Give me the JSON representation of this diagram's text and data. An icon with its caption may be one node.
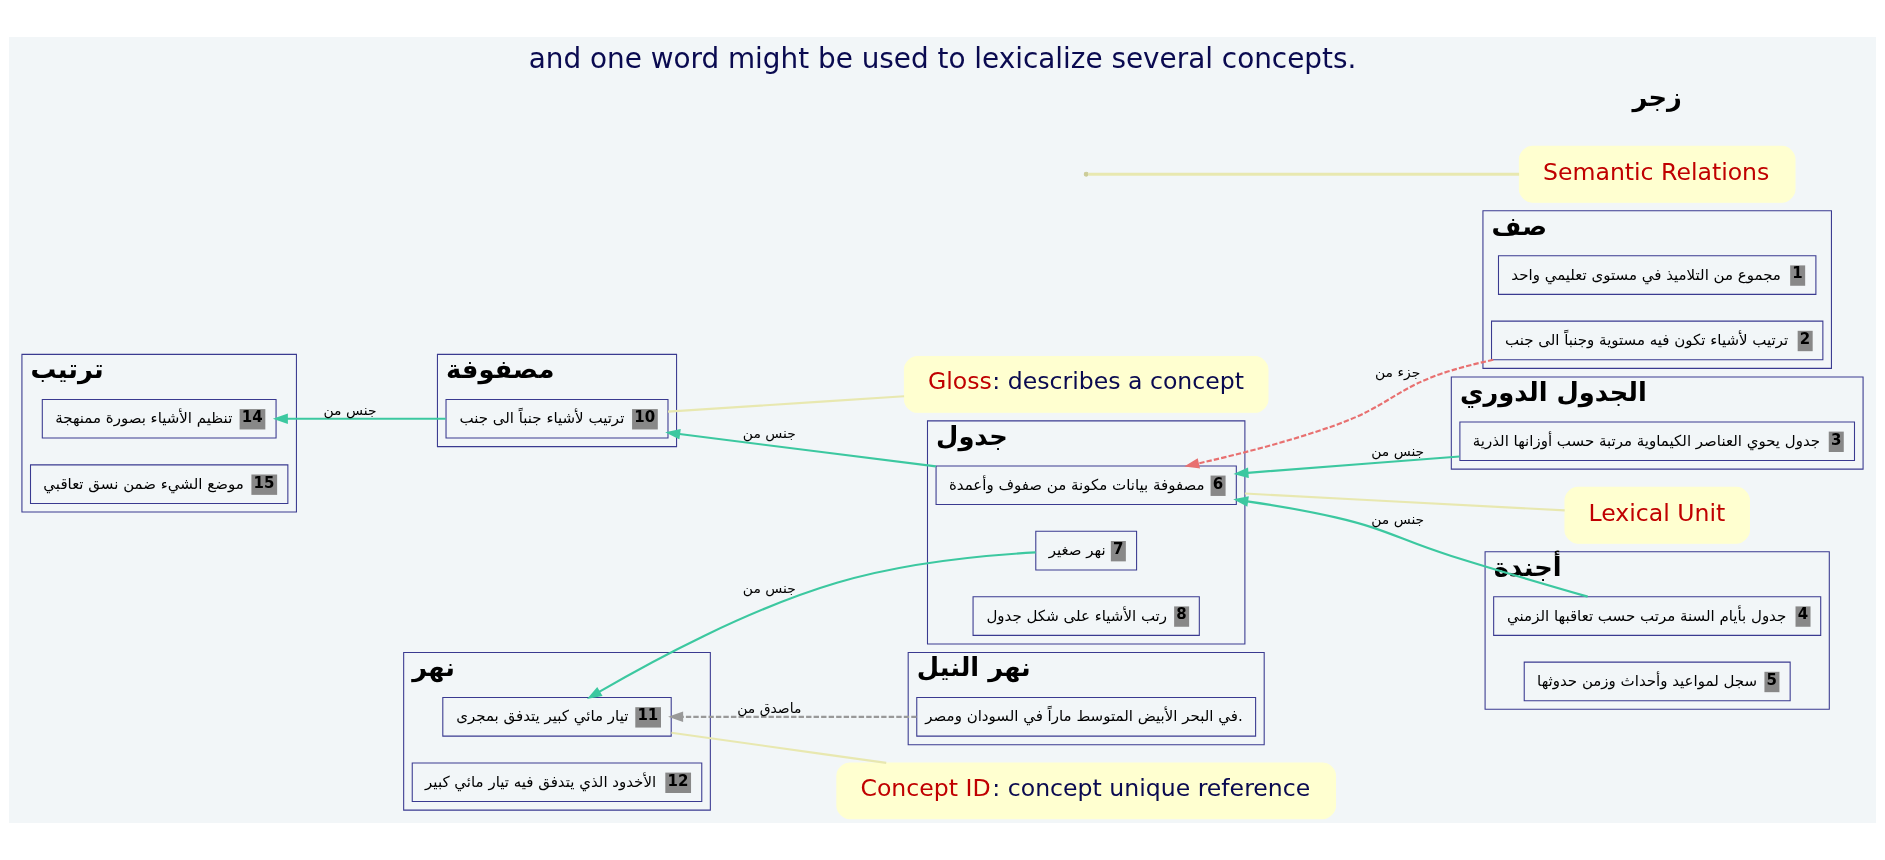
{
  "diagram": {
    "title": "and one word might be used to lexicalize several concepts.",
    "nodes": [
      {
        "text": [
          "صف"
        ]
      },
      {
        "text": [
          "1",
          "مجموع من التلاميذ في مستوى تعليمي واحد"
        ],
        "in": 0
      },
      {
        "text": [
          "2",
          "ترتيب لأشياء تكون فيه مستوية وجنباً الى جنب"
        ],
        "in": 0
      },
      {
        "text": [
          "الجدول الدوري"
        ]
      },
      {
        "text": [
          "3",
          "جدول يحوي العناصر الكيماوية مرتبة حسب أوزانها الذرية"
        ],
        "in": 3
      },
      {
        "text": [
          "Lexical Unit"
        ]
      },
      {
        "text": [
          "ترتيب"
        ]
      },
      {
        "text": [
          "14",
          "تنظيم الأشياء بصورة ممنهجة"
        ],
        "in": 6
      },
      {
        "text": [
          "15",
          "موضع الشيء ضمن نسق تعاقبي"
        ],
        "in": 6
      },
      {
        "text": [
          "مصفوفة"
        ]
      },
      {
        "text": [
          "10",
          "ترتيب لأشياء جنباً الى جنب"
        ],
        "in": 9
      },
      {
        "text": [
          "جدول"
        ]
      },
      {
        "text": [
          "6",
          "مصفوفة بيانات مكونة من صفوف وأعمدة"
        ],
        "in": 11
      },
      {
        "text": [
          "7",
          "نهر صغير"
        ],
        "in": 11
      },
      {
        "text": [
          "8",
          "رتب الأشياء على شكل جدول"
        ],
        "in": 11
      },
      {
        "text": [
          "أجندة"
        ]
      },
      {
        "text": [
          "4",
          "جدول بأيام السنة مرتب حسب تعاقبها الزمني"
        ],
        "in": 15
      },
      {
        "text": [
          "5",
          "سجل لمواعيد وأحداث وزمن حدوثها"
        ],
        "in": 15
      },
      {
        "text": [
          "Gloss: describes a concept"
        ]
      },
      {
        "text": [
          "نهر"
        ]
      },
      {
        "text": [
          "11",
          "تيار مائي كبير يتدفق بمجرى"
        ],
        "in": 19
      },
      {
        "text": [
          "12",
          "الأخدود الذي يتدفق فيه تيار مائي كبير"
        ],
        "in": 19
      },
      {
        "text": [
          "نهر النيل"
        ]
      },
      {
        "text": [
          "في البحر الأبيض المتوسط ماراً في السودان ومصر."
        ],
        "in": 22
      },
      {
        "text": [
          "Semantic Relations"
        ]
      },
      {
        "text": [
          "Concept ID: concept unique reference"
        ]
      }
    ],
    "edges": [
      {
        "from": 2,
        "to": 12,
        "arrow": "to",
        "label": "جزء من",
        "style": "dashed",
        "color": "#e87070"
      },
      {
        "from": 4,
        "to": 12,
        "arrow": "to",
        "label": "جنس من"
      },
      {
        "from": 16,
        "to": 12,
        "arrow": "to",
        "label": "جنس من"
      },
      {
        "from": 12,
        "to": 10,
        "arrow": "to",
        "label": "جنس من"
      },
      {
        "from": 10,
        "to": 7,
        "arrow": "to",
        "label": "جنس من"
      },
      {
        "from": 13,
        "to": 20,
        "arrow": "to",
        "label": "جنس من"
      },
      {
        "from": 23,
        "to": 20,
        "arrow": "to",
        "label": "ماصدق من",
        "style": "dashed",
        "color": "#999999"
      },
      {
        "from": 5,
        "to": 11,
        "arrow": "none",
        "color": "#e8e8b0"
      },
      {
        "from": 18,
        "to": 10,
        "arrow": "none",
        "color": "#e8e8b0"
      },
      {
        "from": 25,
        "to": 20,
        "arrow": "none",
        "color": "#e8e8b0"
      },
      {
        "from": 24,
        "to": null,
        "arrow": "none",
        "color": "#e8e8b0"
      }
    ],
    "labels": [
      "زجر"
    ]
  }
}
